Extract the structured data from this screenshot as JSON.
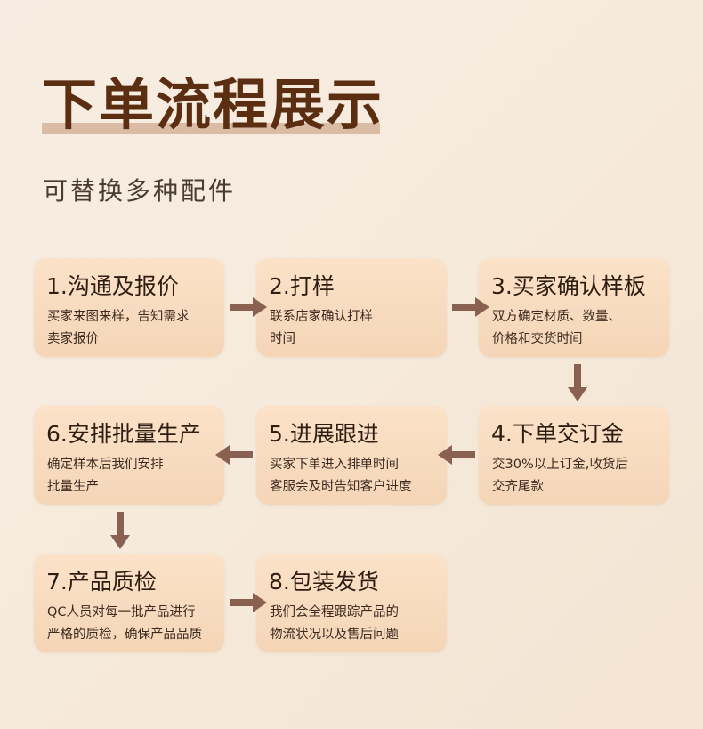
{
  "header": {
    "title": "下单流程展示",
    "subtitle": "可替换多种配件"
  },
  "steps": [
    {
      "title": "1.沟通及报价",
      "lines": [
        "买家来图来样，告知需求",
        "卖家报价"
      ]
    },
    {
      "title": "2.打样",
      "lines": [
        "联系店家确认打样",
        "时间"
      ]
    },
    {
      "title": "3.买家确认样板",
      "lines": [
        "双方确定材质、数量、",
        "价格和交货时间"
      ]
    },
    {
      "title": "4.下单交订金",
      "lines": [
        "交30%以上订金,收货后",
        "交齐尾款"
      ]
    },
    {
      "title": "5.进展跟进",
      "lines": [
        "买家下单进入排单时间",
        "客服会及时告知客户进度"
      ]
    },
    {
      "title": "6.安排批量生产",
      "lines": [
        "确定样本后我们安排",
        "批量生产"
      ]
    },
    {
      "title": "7.产品质检",
      "lines": [
        "QC人员对每一批产品进行",
        "严格的质检，确保产品品质"
      ]
    },
    {
      "title": "8.包装发货",
      "lines": [
        "我们会全程跟踪产品的",
        "物流状况以及售后问题"
      ]
    }
  ],
  "colors": {
    "title": "#5b2e12",
    "title_underline": "#d9bba6",
    "card": "#f8dcbf",
    "arrow": "#8a6150"
  },
  "icons": [
    "arrow-right-icon",
    "arrow-left-icon",
    "arrow-down-icon"
  ]
}
